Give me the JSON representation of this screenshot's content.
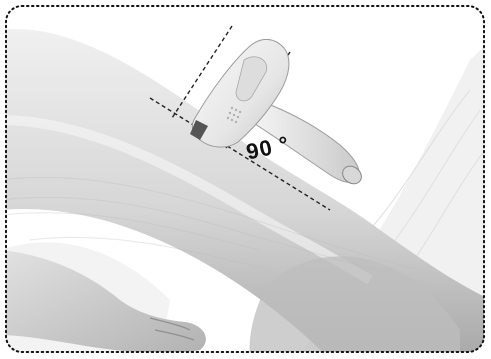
{
  "angle_label": "90 °",
  "colors": {
    "background": "#ffffff",
    "skin_light": "#e6e6e6",
    "skin_mid": "#cfcfcf",
    "skin_dark": "#9a9a9a",
    "device_body": "#f1f1f1",
    "device_shadow": "#bdbdbd",
    "guide_line": "#222222"
  },
  "icons": {
    "device": "ipl-handset-illustration",
    "leg": "lower-leg-foot-illustration"
  }
}
